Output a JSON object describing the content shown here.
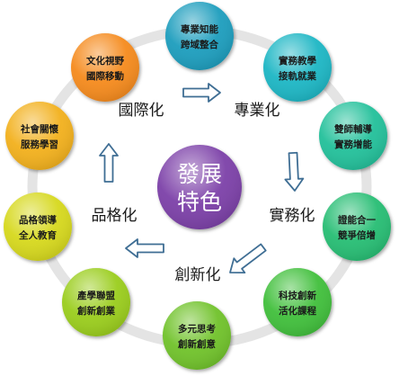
{
  "center": {
    "lines": [
      "發展",
      "特色"
    ],
    "color": "#7b3fa8"
  },
  "axis_labels": {
    "top_left": "國際化",
    "top_right": "專業化",
    "right": "實務化",
    "bottom": "創新化",
    "left": "品格化"
  },
  "nodes": [
    {
      "id": "professional-knowledge",
      "lines": [
        "專業知能",
        "跨域整合"
      ],
      "color": "#1f9dbd"
    },
    {
      "id": "practical-teaching",
      "lines": [
        "實務教學",
        "接軌就業"
      ],
      "color": "#1fb6c4"
    },
    {
      "id": "dual-mentoring",
      "lines": [
        "雙師輔導",
        "實務增能"
      ],
      "color": "#21c09a"
    },
    {
      "id": "certification",
      "lines": [
        "證能合一",
        "競爭倍增"
      ],
      "color": "#27bd73"
    },
    {
      "id": "tech-innovation",
      "lines": [
        "科技創新",
        "活化課程"
      ],
      "color": "#3fbf3a"
    },
    {
      "id": "diverse-thinking",
      "lines": [
        "多元思考",
        "創新創意"
      ],
      "color": "#6fc22a"
    },
    {
      "id": "industry-alliance",
      "lines": [
        "產學聯盟",
        "創新創業"
      ],
      "color": "#9acd1e"
    },
    {
      "id": "character-leadership",
      "lines": [
        "品格領導",
        "全人教育"
      ],
      "color": "#d6d81c"
    },
    {
      "id": "social-service",
      "lines": [
        "社會關懷",
        "服務學習"
      ],
      "color": "#f2b01a"
    },
    {
      "id": "cultural-vision",
      "lines": [
        "文化視野",
        "國際移動"
      ],
      "color": "#f58a1f"
    }
  ]
}
